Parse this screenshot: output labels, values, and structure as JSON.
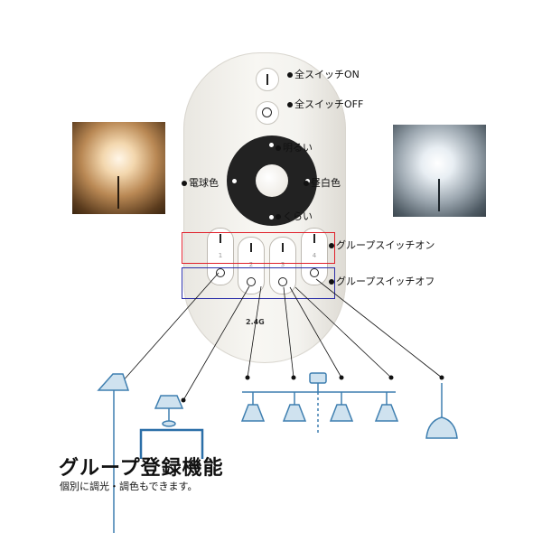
{
  "labels": {
    "all_on": "全スイッチON",
    "all_off": "全スイッチOFF",
    "brighter": "明るい",
    "dimmer": "くらい",
    "warm": "電球色",
    "daylight": "昼白色",
    "group_on": "グループスイッチオン",
    "group_off": "グループスイッチオフ"
  },
  "remote": {
    "group_numbers": [
      "1",
      "2",
      "3",
      "4"
    ],
    "rf_mark": "2.4G"
  },
  "footer": {
    "title": "グループ登録機能",
    "subtitle": "個別に調光・調色もできます。"
  },
  "colors": {
    "red_frame": "#e0202a",
    "blue_frame": "#2b2fa8",
    "lamp_blue": "#cfe2ef",
    "lamp_outline": "#3f7fb0"
  }
}
